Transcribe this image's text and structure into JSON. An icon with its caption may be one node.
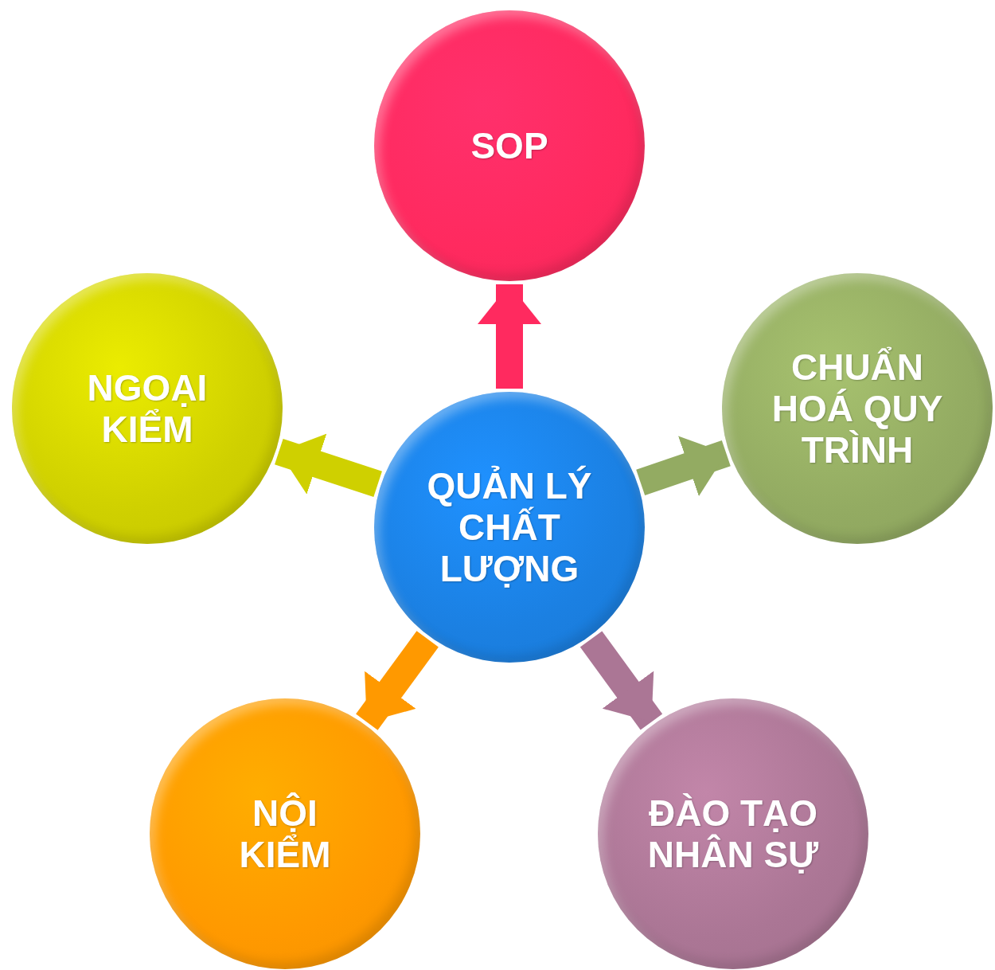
{
  "diagram": {
    "nodes": [
      {
        "text": [
          "SOP"
        ]
      },
      {
        "text": [
          "NGOẠI KIỂM"
        ]
      },
      {
        "text": [
          "CHUẨN HOÁ QUY TRÌNH"
        ]
      },
      {
        "text": [
          "QUẢN LÝ CHẤT LƯỢNG"
        ]
      },
      {
        "text": [
          "NỘI KIỂM"
        ]
      },
      {
        "text": [
          "ĐÀO TẠO NHÂN SỰ"
        ]
      }
    ],
    "edges": [
      {
        "from": 3,
        "to": 0,
        "arrow": "to",
        "color": "#ff2a5f"
      },
      {
        "from": 3,
        "to": 1,
        "arrow": "to",
        "color": "#cfd000"
      },
      {
        "from": 3,
        "to": 2,
        "arrow": "to",
        "color": "#93ab62"
      },
      {
        "from": 3,
        "to": 4,
        "arrow": "to",
        "color": "#ff9900"
      },
      {
        "from": 3,
        "to": 5,
        "arrow": "to",
        "color": "#ab7695"
      }
    ]
  }
}
